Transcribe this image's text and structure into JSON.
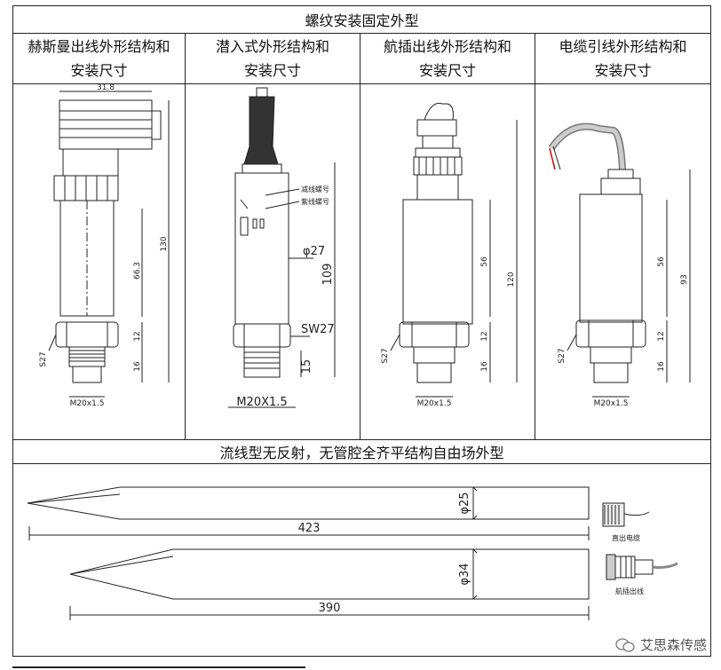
{
  "table": {
    "title": "螺纹安装固定外型",
    "columns": [
      {
        "label_line1": "赫斯曼出线外形结构和",
        "label_line2": "安装尺寸"
      },
      {
        "label_line1": "潜入式外形结构和",
        "label_line2": "安装尺寸"
      },
      {
        "label_line1": "航插出线外形结构和",
        "label_line2": "安装尺寸"
      },
      {
        "label_line1": "电缆引线外形结构和",
        "label_line2": "安装尺寸"
      }
    ],
    "section2_title": "流线型无反射，无管腔全齐平结构自由场外型"
  },
  "drawings": {
    "hirschmann": {
      "width_top": "31.8",
      "total": "130",
      "mid": "66.3",
      "hex_h": "12",
      "thread_h": "16",
      "hex": "S27",
      "thread": "M20x1.5"
    },
    "submersible": {
      "label_a": "减线螺号",
      "label_b": "紫线螺号",
      "dia": "φ27",
      "total": "109",
      "hex": "SW27",
      "thread_h": "15",
      "thread": "M20X1.5"
    },
    "aviation": {
      "total": "120",
      "mid": "56",
      "hex_h": "12",
      "thread_h": "16",
      "hex": "S27",
      "thread": "M20x1.5"
    },
    "cable": {
      "total": "93",
      "mid": "56",
      "hex_h": "12",
      "thread_h": "16",
      "hex": "S27",
      "thread": "M20x1.5"
    },
    "flush1": {
      "dia": "φ25",
      "length": "423",
      "connector_label": "直出电缆"
    },
    "flush2": {
      "dia": "φ34",
      "length": "390",
      "connector_label": "航插出线"
    }
  },
  "watermark": {
    "text": "艾思森传感"
  }
}
